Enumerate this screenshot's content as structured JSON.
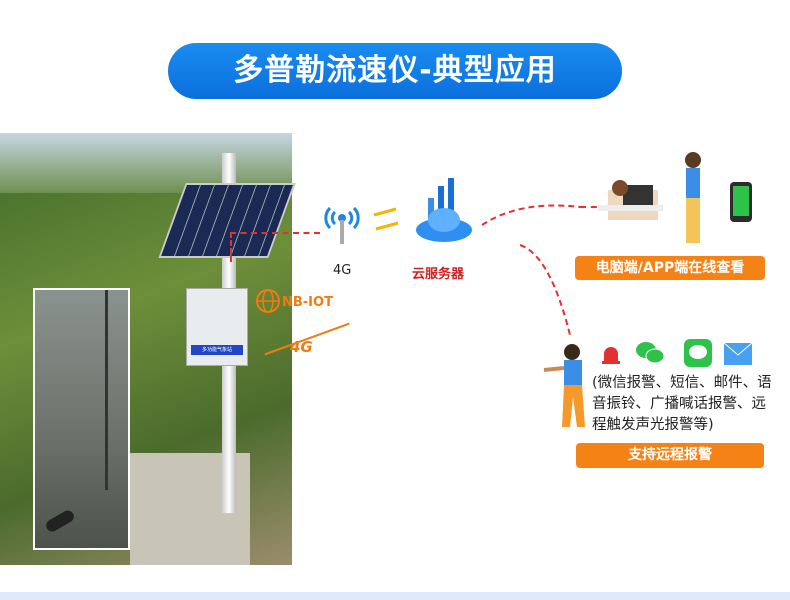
{
  "title": "多普勒流速仪-典型应用",
  "station_sign": "多功能气象站",
  "nbiot_label": "NB-IOT",
  "g4_badge": "4G",
  "g4_label": "4G",
  "cloud_label": "云服务器",
  "view_button": "电脑端/APP端在线查看",
  "alarm_description": "(微信报警、短信、邮件、语音振铃、广播喊话报警、远程触发声光报警等)",
  "alarm_button": "支持远程报警",
  "colors": {
    "title_blue": "#0b6fdc",
    "orange": "#f58215",
    "dash_red": "#e53030"
  }
}
